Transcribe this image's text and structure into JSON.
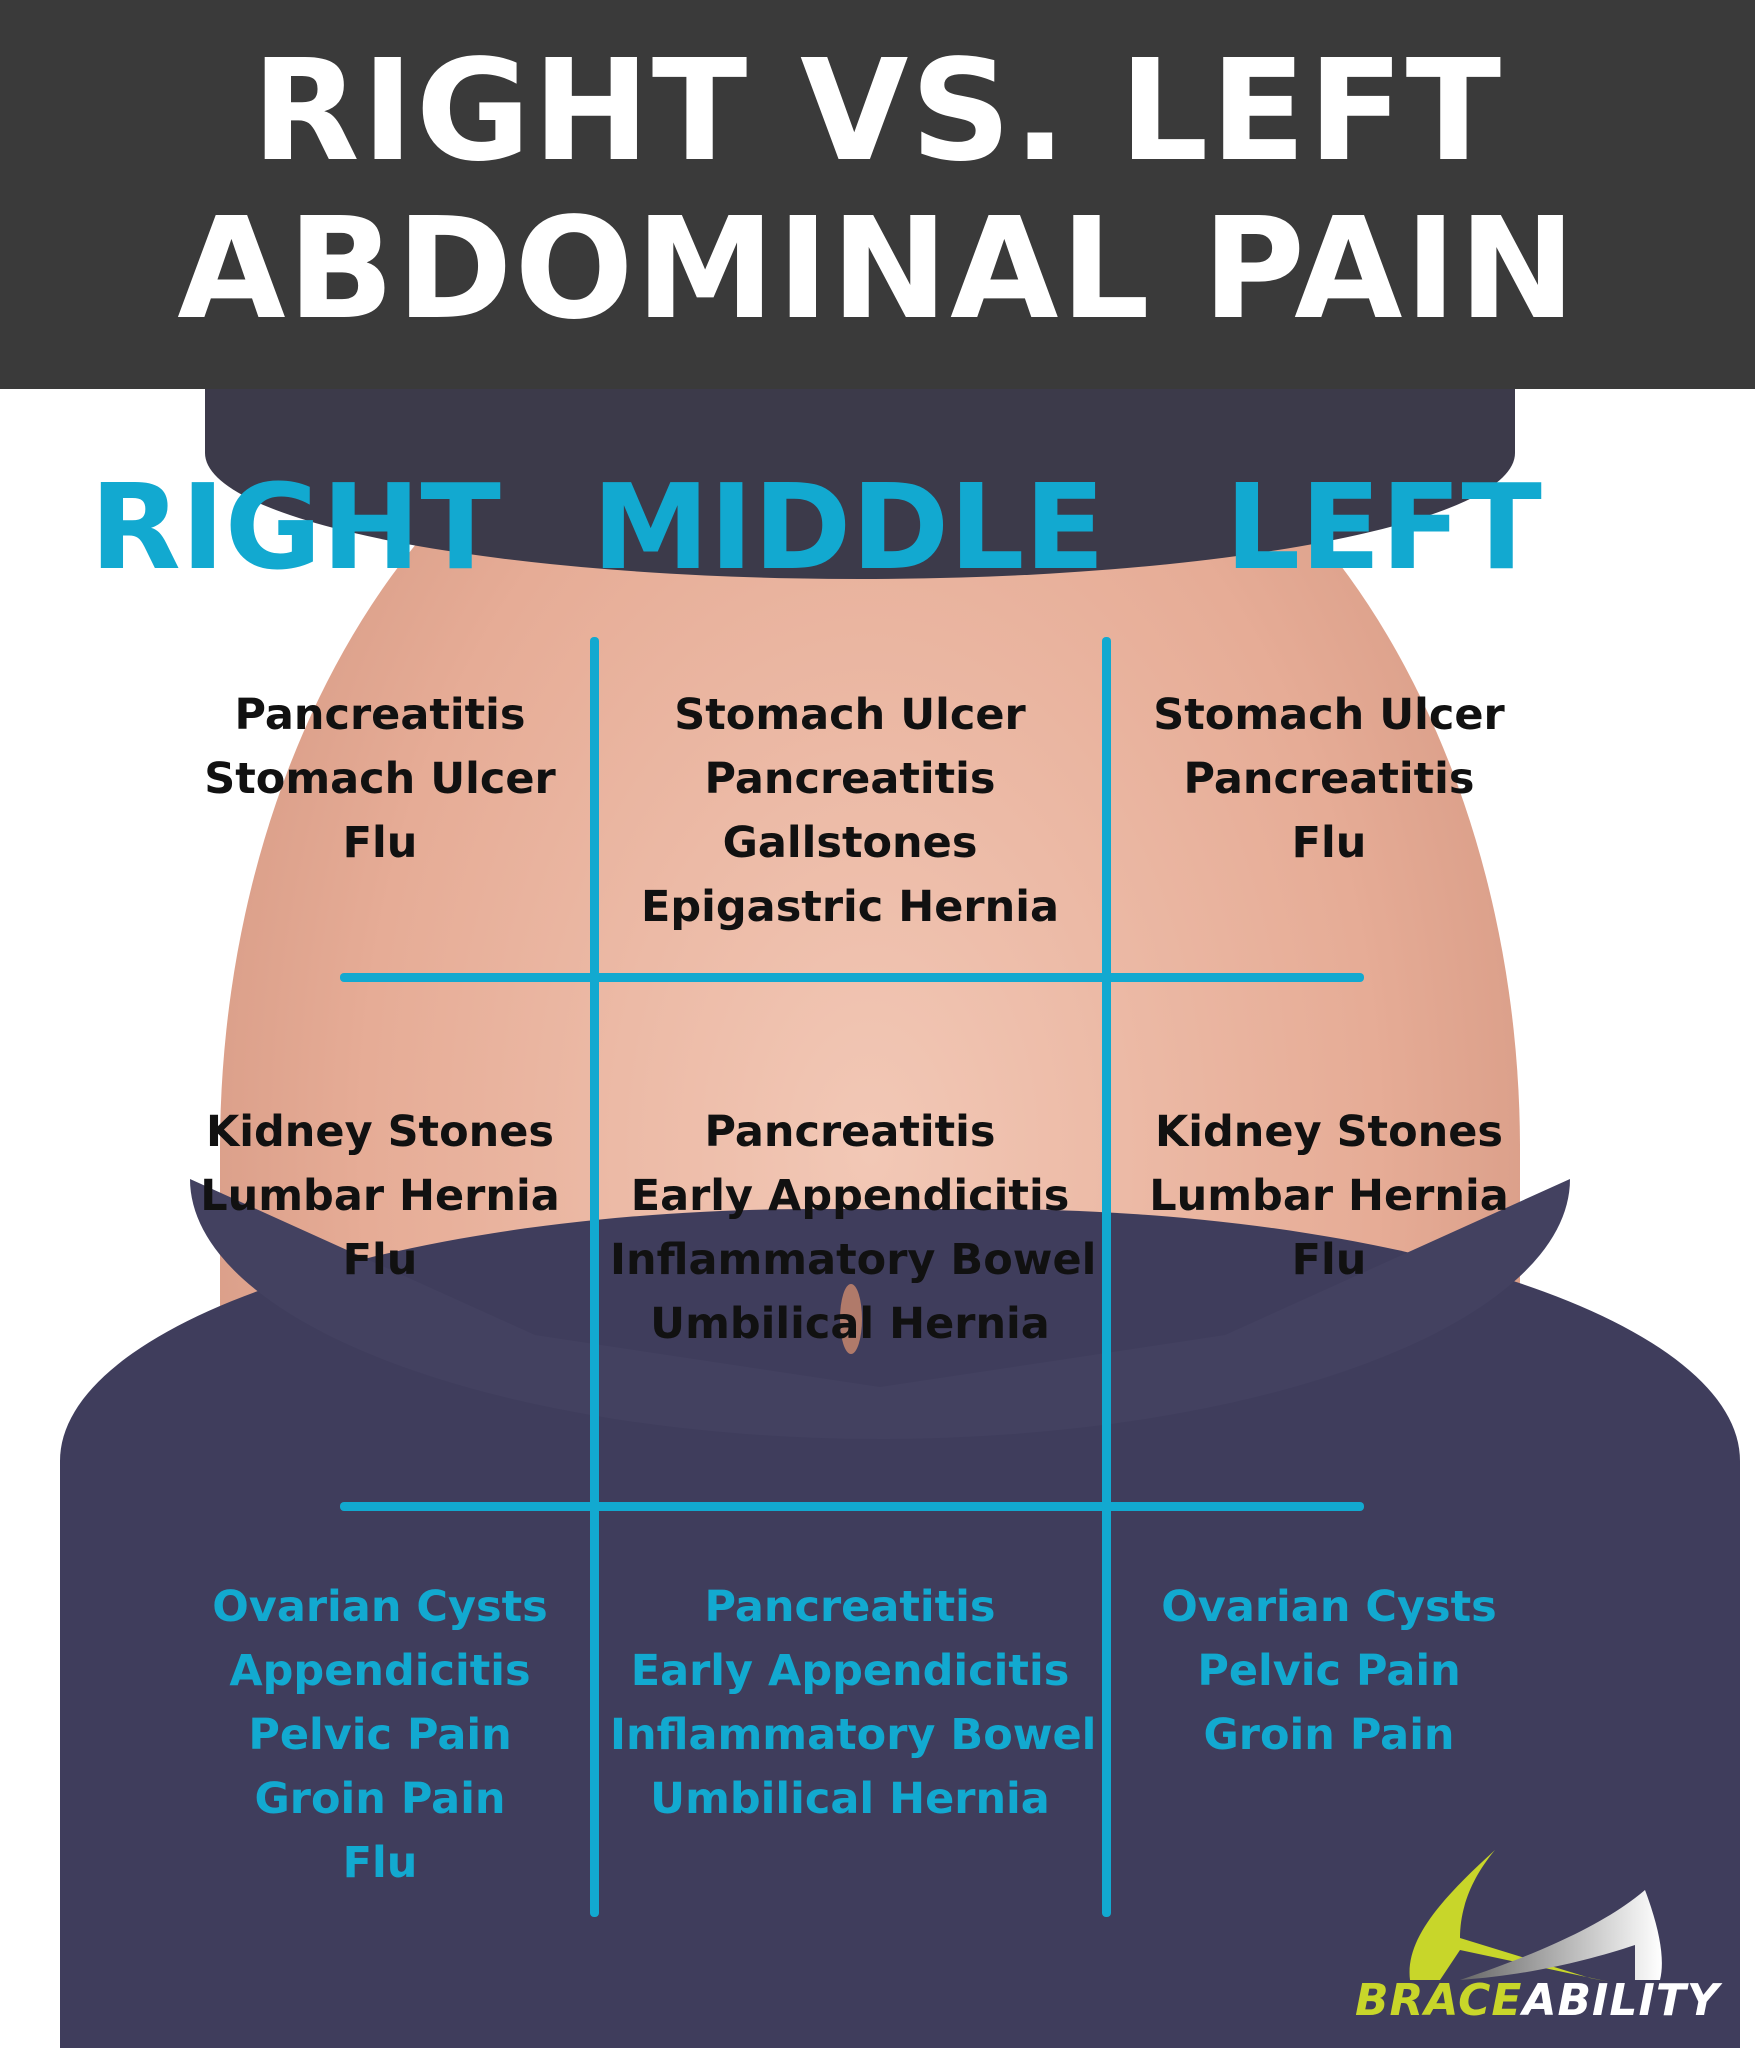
{
  "header": {
    "line1": "RIGHT VS. LEFT",
    "line2": "ABDOMINAL PAIN"
  },
  "columns": {
    "right": "RIGHT",
    "middle": "MIDDLE",
    "left": "LEFT"
  },
  "grid": {
    "upper": {
      "right": [
        "Pancreatitis",
        "Stomach Ulcer",
        "Flu"
      ],
      "middle": [
        "Stomach Ulcer",
        "Pancreatitis",
        "Gallstones",
        "Epigastric Hernia"
      ],
      "left": [
        "Stomach Ulcer",
        "Pancreatitis",
        "Flu"
      ]
    },
    "central": {
      "right": [
        "Kidney Stones",
        "Lumbar Hernia",
        "Flu"
      ],
      "middle": [
        "Pancreatitis",
        "Early Appendicitis",
        "Inflammatory Bowel",
        "Umbilical Hernia"
      ],
      "left": [
        "Kidney Stones",
        "Lumbar Hernia",
        "Flu"
      ]
    },
    "lower": {
      "right": [
        "Ovarian Cysts",
        "Appendicitis",
        "Pelvic Pain",
        "Groin Pain",
        "Flu"
      ],
      "middle": [
        "Pancreatitis",
        "Early Appendicitis",
        "Inflammatory Bowel",
        "Umbilical Hernia"
      ],
      "left": [
        "Ovarian Cysts",
        "Pelvic Pain",
        "Groin Pain"
      ]
    }
  },
  "logo": {
    "part1": "BRACE",
    "part2": "ABILITY"
  },
  "colors": {
    "accent": "#12a9d0",
    "header_bg": "#3a3a3a",
    "logo_green": "#c8d62a",
    "logo_white": "#ffffff"
  }
}
